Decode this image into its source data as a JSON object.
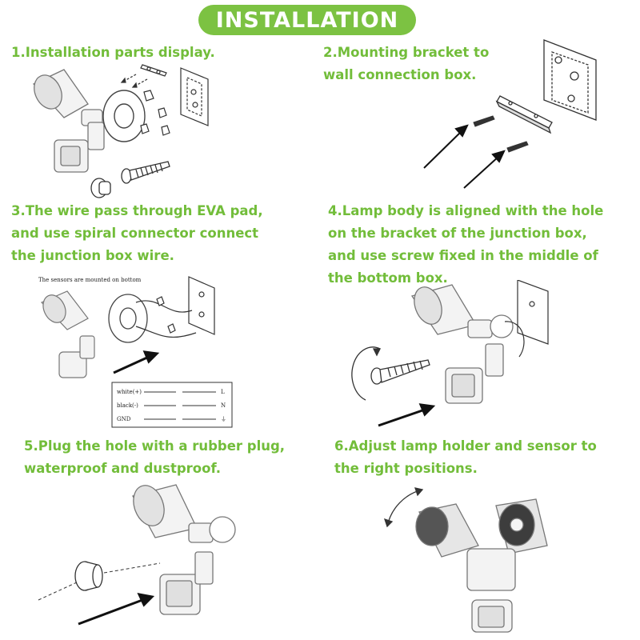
{
  "header": {
    "title": "INSTALLATION"
  },
  "steps": [
    {
      "text": "1.Installation parts display."
    },
    {
      "text": "2.Mounting bracket to\n   wall connection box."
    },
    {
      "text": "3.The wire pass through EVA pad,\nand use spiral connector connect\nthe junction box wire."
    },
    {
      "text": "4.Lamp body is aligned with the hole\non the bracket of the junction box,\nand use screw fixed in the middle of\nthe bottom box."
    },
    {
      "text": "5.Plug the hole with a rubber plug,\nwaterproof and dustproof."
    },
    {
      "text": "6.Adjust lamp holder and sensor to\nthe right positions."
    }
  ],
  "figure3": {
    "note": "The sensors are mounted on bottom",
    "wiring": [
      {
        "label": "white(+)",
        "end": "L"
      },
      {
        "label": "black(-)",
        "end": "N"
      },
      {
        "label": "GND",
        "end": "⏚"
      }
    ]
  },
  "colors": {
    "accent": "#7cc242",
    "text": "#72bd3a",
    "line": "#333333"
  }
}
